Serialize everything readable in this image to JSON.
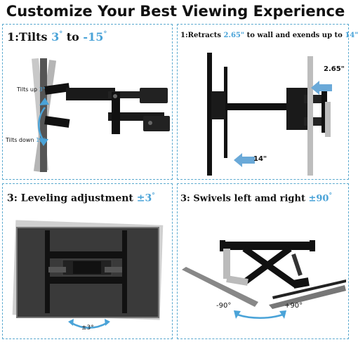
{
  "title": "Customize Your Best Viewing Experience",
  "panel1": {
    "heading_prefix": "1:Tilts ",
    "heading_val1": "3",
    "heading_deg1": "°",
    "heading_mid": " to ",
    "heading_val2": "-15",
    "heading_deg2": "°",
    "tilt_up_label": "Tilts up ",
    "tilt_up_val": "3°",
    "tilt_down_label": "Tilts down ",
    "tilt_down_val": "15°"
  },
  "panel2": {
    "heading_prefix": "1:Retracts ",
    "heading_val1": "2.65\"",
    "heading_mid": " to wall and exends up to ",
    "heading_val2": "14\"",
    "retract_label": "2.65\"",
    "extend_label": "14\""
  },
  "panel3": {
    "heading_prefix": "3: Leveling adjustment ",
    "heading_val": "±3",
    "heading_deg": "°",
    "level_label": "±3°"
  },
  "panel4": {
    "heading_prefix": "3: Swivels left amd right ",
    "heading_val": "±90",
    "heading_deg": "°",
    "left_label": "-90°",
    "right_label": "+90°"
  },
  "colors": {
    "accent": "#4aa3d8",
    "border": "#5aa9cf",
    "mount": "#111111",
    "tv": "#2a2a2a"
  }
}
